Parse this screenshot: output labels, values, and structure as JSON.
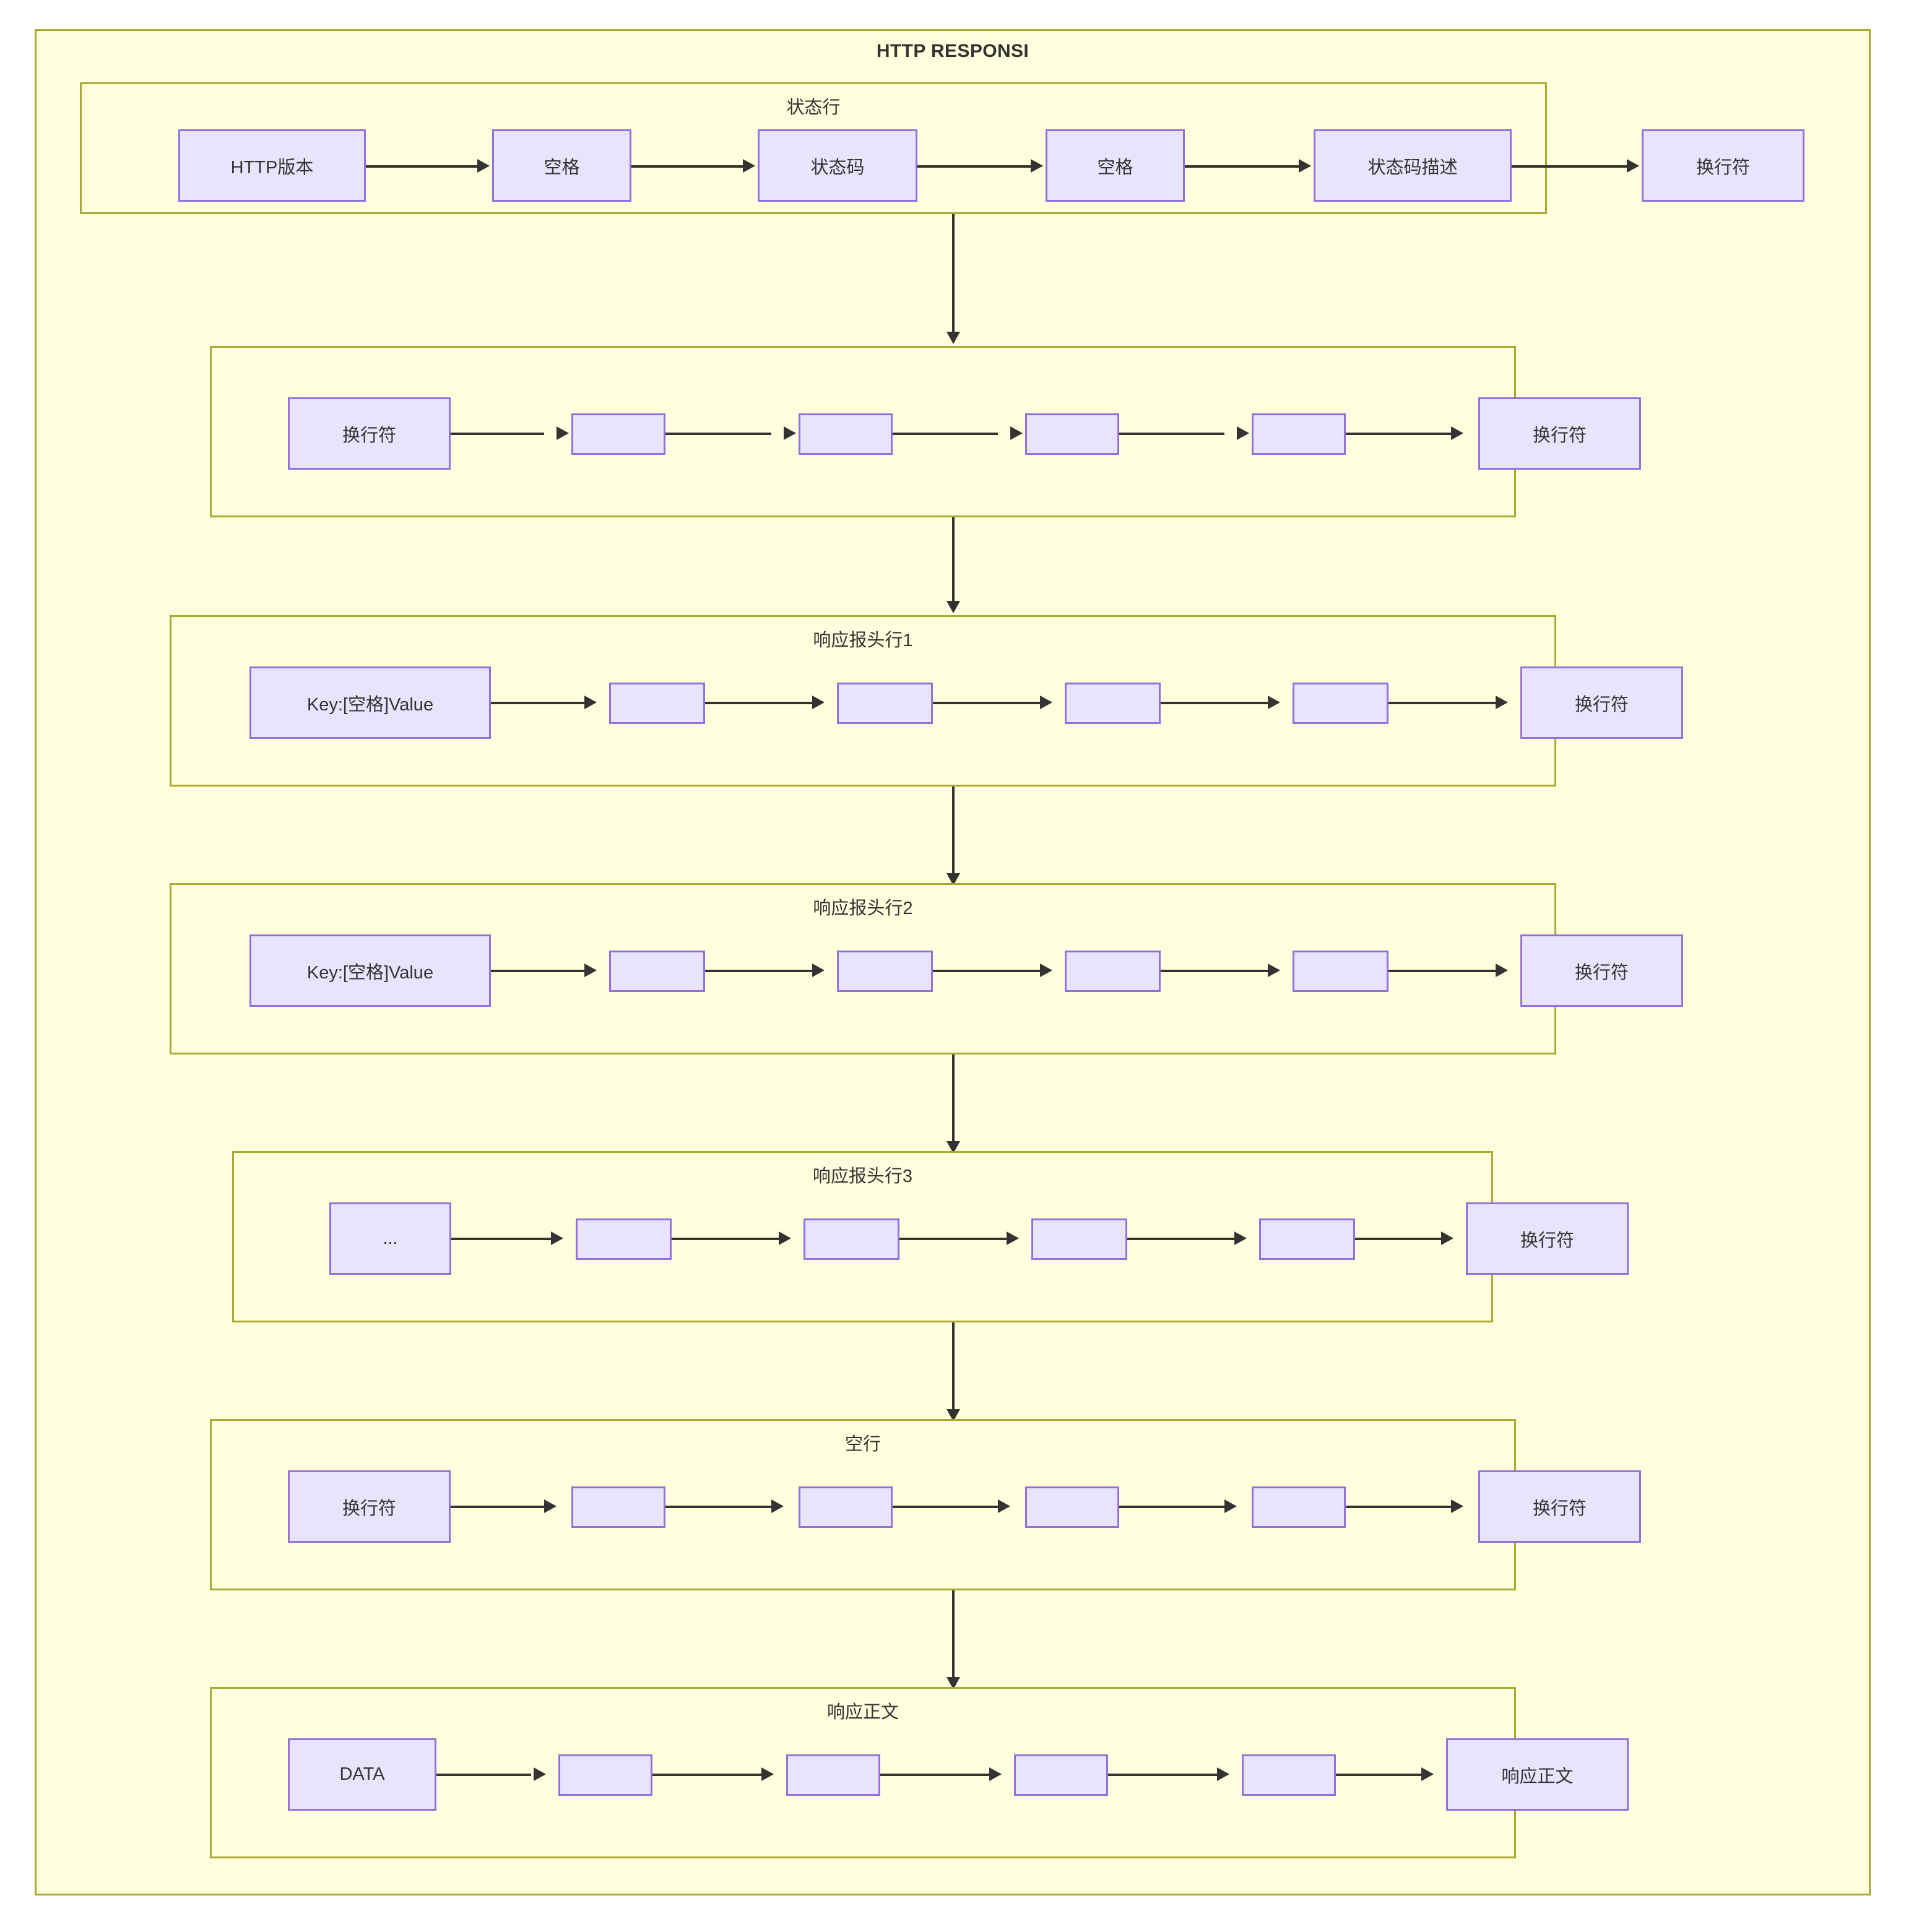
{
  "diagram": {
    "title": "HTTP RESPONSI",
    "background_color": "#ffffde",
    "container_border_color": "#aaaa33",
    "node_fill_color": "#e8e4fd",
    "node_border_color": "#9370db",
    "edge_color": "#333333",
    "groups": [
      {
        "id": "status-line",
        "title": "状态行",
        "nodes": [
          {
            "id": "g1n1",
            "label": "HTTP版本"
          },
          {
            "id": "g1n2",
            "label": "空格"
          },
          {
            "id": "g1n3",
            "label": "状态码"
          },
          {
            "id": "g1n4",
            "label": "空格"
          },
          {
            "id": "g1n5",
            "label": "状态码描述"
          },
          {
            "id": "g1n6",
            "label": "换行符"
          }
        ]
      },
      {
        "id": "unnamed-row",
        "title": "",
        "nodes": [
          {
            "id": "g2n1",
            "label": "换行符"
          },
          {
            "id": "g2n2",
            "label": ""
          },
          {
            "id": "g2n3",
            "label": ""
          },
          {
            "id": "g2n4",
            "label": ""
          },
          {
            "id": "g2n5",
            "label": ""
          },
          {
            "id": "g2n6",
            "label": "换行符"
          }
        ]
      },
      {
        "id": "response-header-1",
        "title": "响应报头行1",
        "nodes": [
          {
            "id": "g3n1",
            "label": "Key:[空格]Value"
          },
          {
            "id": "g3n2",
            "label": ""
          },
          {
            "id": "g3n3",
            "label": ""
          },
          {
            "id": "g3n4",
            "label": ""
          },
          {
            "id": "g3n5",
            "label": ""
          },
          {
            "id": "g3n6",
            "label": "换行符"
          }
        ]
      },
      {
        "id": "response-header-2",
        "title": "响应报头行2",
        "nodes": [
          {
            "id": "g4n1",
            "label": "Key:[空格]Value"
          },
          {
            "id": "g4n2",
            "label": ""
          },
          {
            "id": "g4n3",
            "label": ""
          },
          {
            "id": "g4n4",
            "label": ""
          },
          {
            "id": "g4n5",
            "label": ""
          },
          {
            "id": "g4n6",
            "label": "换行符"
          }
        ]
      },
      {
        "id": "response-header-3",
        "title": "响应报头行3",
        "nodes": [
          {
            "id": "g5n1",
            "label": "..."
          },
          {
            "id": "g5n2",
            "label": ""
          },
          {
            "id": "g5n3",
            "label": ""
          },
          {
            "id": "g5n4",
            "label": ""
          },
          {
            "id": "g5n5",
            "label": ""
          },
          {
            "id": "g5n6",
            "label": "换行符"
          }
        ]
      },
      {
        "id": "blank-line",
        "title": "空行",
        "nodes": [
          {
            "id": "g6n1",
            "label": "换行符"
          },
          {
            "id": "g6n2",
            "label": ""
          },
          {
            "id": "g6n3",
            "label": ""
          },
          {
            "id": "g6n4",
            "label": ""
          },
          {
            "id": "g6n5",
            "label": ""
          },
          {
            "id": "g6n6",
            "label": "换行符"
          }
        ]
      },
      {
        "id": "response-body",
        "title": "响应正文",
        "nodes": [
          {
            "id": "g7n1",
            "label": "DATA"
          },
          {
            "id": "g7n2",
            "label": ""
          },
          {
            "id": "g7n3",
            "label": ""
          },
          {
            "id": "g7n4",
            "label": ""
          },
          {
            "id": "g7n5",
            "label": ""
          },
          {
            "id": "g7n6",
            "label": "响应正文"
          }
        ]
      }
    ]
  }
}
